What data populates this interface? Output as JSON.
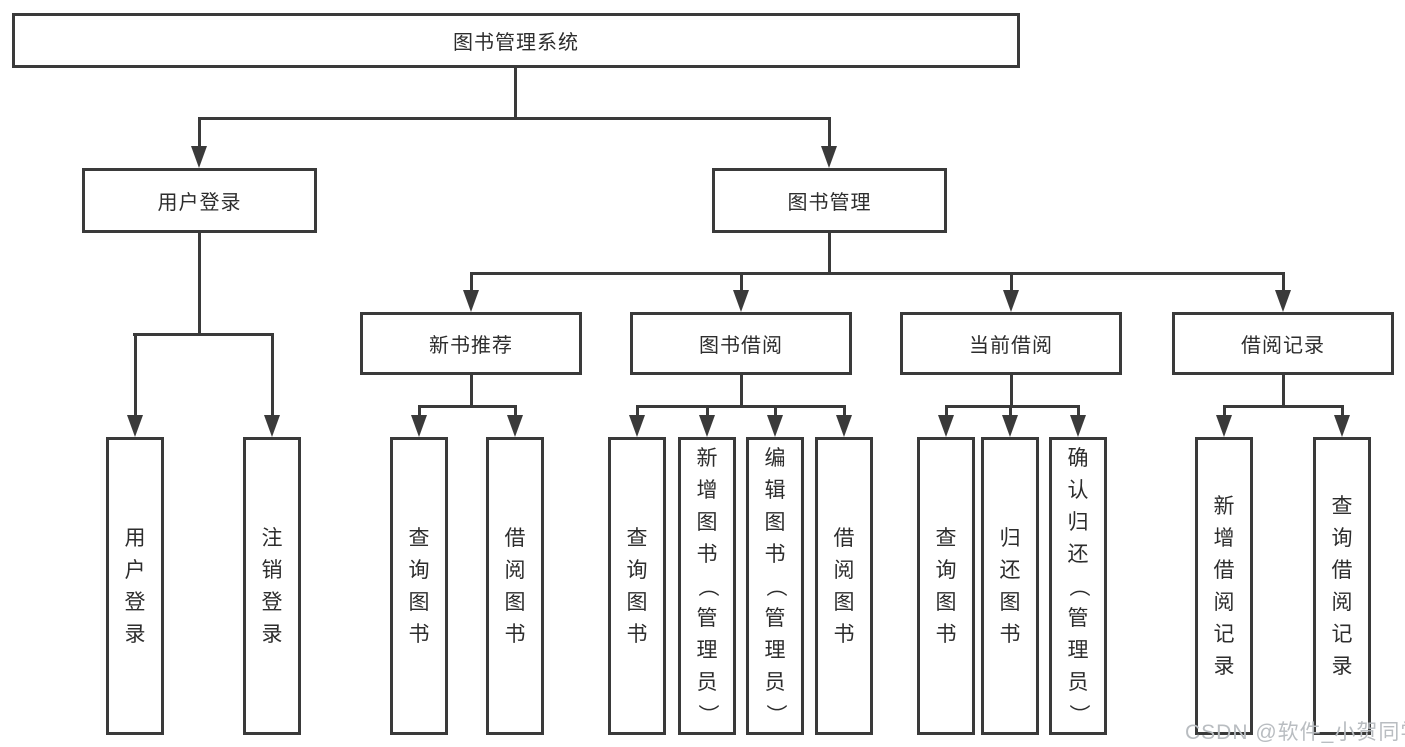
{
  "diagram": {
    "root": "图书管理系统",
    "branches": {
      "user_login": "用户登录",
      "book_management": "图书管理"
    },
    "modules": [
      "新书推荐",
      "图书借阅",
      "当前借阅",
      "借阅记录"
    ],
    "leaves": {
      "user_login": [
        "用户登录",
        "注销登录"
      ],
      "new_book": [
        "查询图书",
        "借阅图书"
      ],
      "book_borrow": [
        "查询图书",
        "新增图书（管理员）",
        "编辑图书（管理员）",
        "借阅图书"
      ],
      "current_borrow": [
        "查询图书",
        "归还图书",
        "确认归还（管理员）"
      ],
      "borrow_records": [
        "新增借阅记录",
        "查询借阅记录"
      ]
    }
  },
  "watermark": "CSDN @软件_小贺同学",
  "colors": {
    "line": "#3a3a3a",
    "text": "#2d2d2d",
    "watermark": "#b9bdc1",
    "background": "#ffffff"
  }
}
